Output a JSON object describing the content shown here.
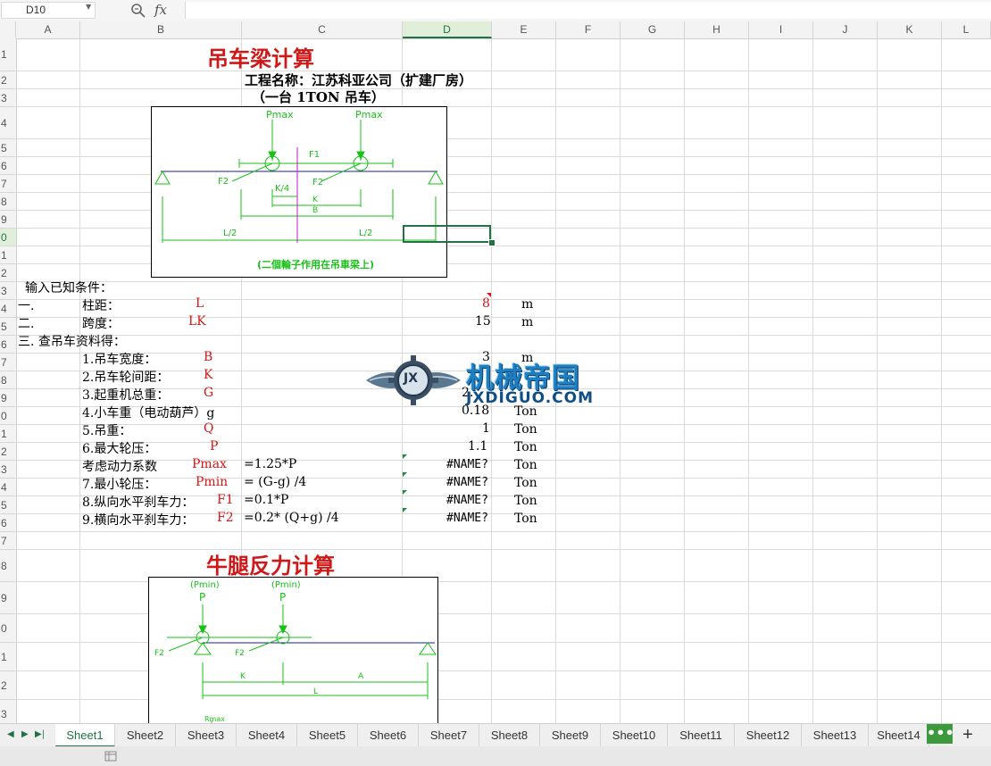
{
  "formula_bar": {
    "name_box": "D10",
    "zoom_icon": "magnifier-icon",
    "fx_label": "fx",
    "formula": ""
  },
  "columns": [
    "A",
    "B",
    "C",
    "D",
    "E",
    "F",
    "G",
    "H",
    "I",
    "J",
    "K",
    "L"
  ],
  "selected_column": "D",
  "rows": [
    "1",
    "2",
    "3",
    "4",
    "5",
    "6",
    "7",
    "8",
    "9",
    "0",
    "1",
    "2",
    "3",
    "4",
    "5",
    "6",
    "7",
    "8",
    "9",
    "0",
    "1",
    "2",
    "3",
    "4",
    "5",
    "6",
    "7",
    "8",
    "9",
    "0",
    "1",
    "2",
    "3"
  ],
  "selected_row_label": "0",
  "sheet": {
    "title1": "吊车梁计算",
    "project_name": "工程名称：江苏科亚公司（扩建厂房）",
    "crane_note": "（一台 1TON 吊车）",
    "input_header": "输入已知条件：",
    "item1_num": "一.",
    "item1_label": "柱距：",
    "item1_sym": "L",
    "item1_val": "8",
    "item1_unit": "m",
    "item2_num": "二.",
    "item2_label": "跨度：",
    "item2_sym": "LK",
    "item2_val": "15",
    "item2_unit": "m",
    "item3_header": "三. 查吊车资料得：",
    "r1_label": "1.吊车宽度：",
    "r1_sym": "B",
    "r1_val": "3",
    "r1_unit": "m",
    "r2_label": "2.吊车轮间距：",
    "r2_sym": "K",
    "r3_label": "3.起重机总重：",
    "r3_sym": "G",
    "r3_val": "2.",
    "r4_label": "4.小车重（电动葫芦）g",
    "r4_val": "0.18",
    "r4_unit": "Ton",
    "r5_label": "5.吊重：",
    "r5_sym": "Q",
    "r5_val": "1",
    "r5_unit": "Ton",
    "r6_label": "6.最大轮压：",
    "r6_sym": "P",
    "r6_val": "1.1",
    "r6_unit": "Ton",
    "r7_label": "考虑动力系数",
    "r7_sym": "Pmax",
    "r7_formula": "=1.25*P",
    "r7_val": "#NAME?",
    "r7_unit": "Ton",
    "r8_label": "7.最小轮压：",
    "r8_sym": "Pmin",
    "r8_formula": "= (G-g) /4",
    "r8_val": "#NAME?",
    "r8_unit": "Ton",
    "r9_label": "8.纵向水平刹车力：",
    "r9_sym": "F1",
    "r9_formula": "=0.1*P",
    "r9_val": "#NAME?",
    "r9_unit": "Ton",
    "r10_label": "9.横向水平刹车力：",
    "r10_sym": "F2",
    "r10_formula": "=0.2* (Q+g) /4",
    "r10_val": "#NAME?",
    "r10_unit": "Ton",
    "title2": "牛腿反力计算"
  },
  "diagram1": {
    "pmax_left": "Pmax",
    "pmax_right": "Pmax",
    "f1": "F1",
    "f2_left": "F2",
    "f2_right": "F2",
    "k4": "K/4",
    "k": "K",
    "b": "B",
    "l2_left": "L/2",
    "l2_right": "L/2",
    "caption": "(二個輪子作用在吊車梁上)"
  },
  "diagram2": {
    "pmin_left": "(Pmin)",
    "pmin_right": "(Pmin)",
    "p_left": "P",
    "p_right": "P",
    "f2_left": "F2",
    "f2_right": "F2",
    "k": "K",
    "a": "A",
    "l": "L",
    "bottom_label": "Rmax"
  },
  "watermark": {
    "brand": "机械帝国",
    "domain": "JXDIGUO.COM",
    "logo_text": "JX"
  },
  "tabs": [
    "Sheet1",
    "Sheet2",
    "Sheet3",
    "Sheet4",
    "Sheet5",
    "Sheet6",
    "Sheet7",
    "Sheet8",
    "Sheet9",
    "Sheet10",
    "Sheet11",
    "Sheet12",
    "Sheet13",
    "Sheet14"
  ],
  "active_tab": "Sheet1",
  "more_tabs_label": "•••",
  "add_sheet_label": "+",
  "colors": {
    "accent": "#217346",
    "title_red": "#d01818",
    "diagram_green": "#18c018",
    "beam_blue": "#1a1aa0"
  }
}
